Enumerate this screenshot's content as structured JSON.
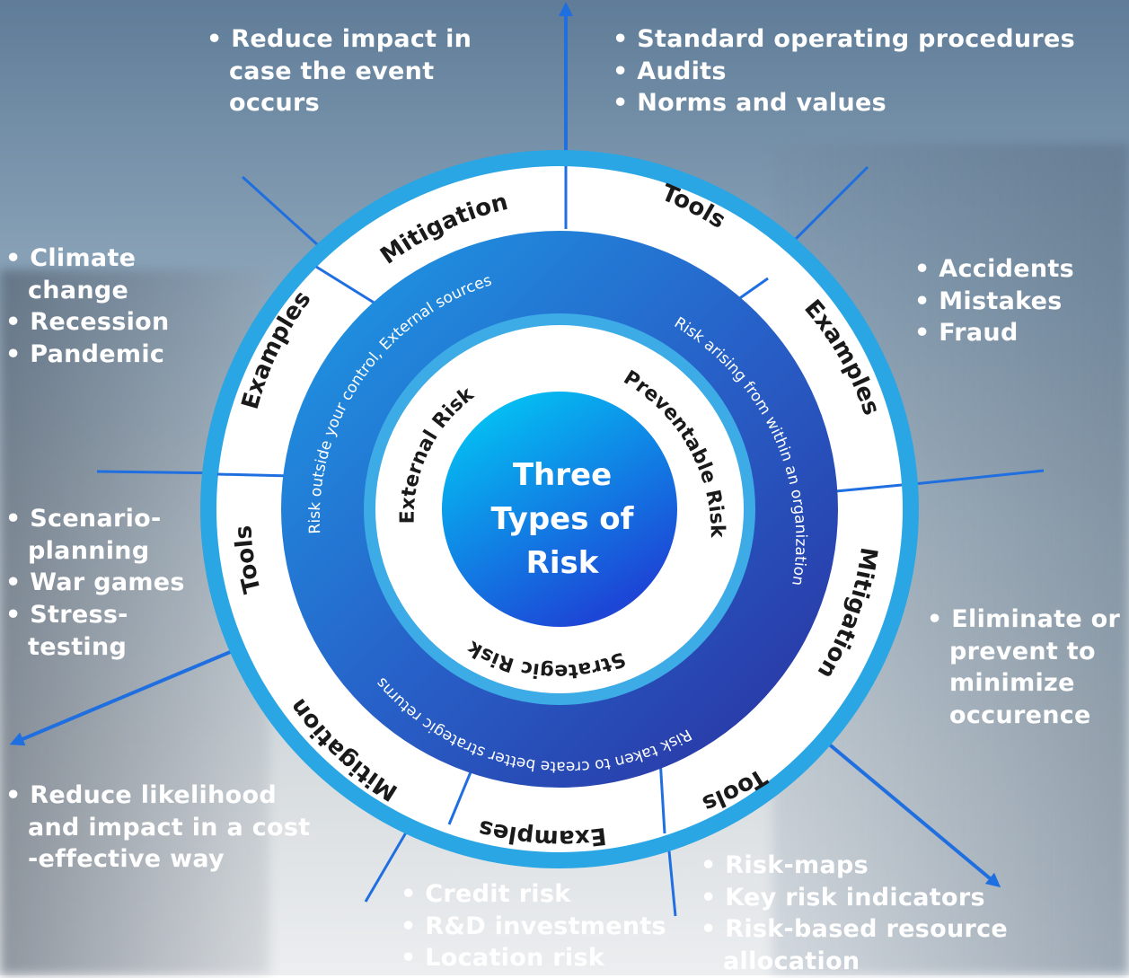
{
  "center": {
    "title_lines": [
      "Three",
      "Types of",
      "Risk"
    ]
  },
  "inner_ring": {
    "preventable": "Preventable Risk",
    "external": "External Risk",
    "strategic": "Strategic Risk"
  },
  "mid_ring": {
    "preventable": "Risk arising from within an organization",
    "external": "Risk outside your control, External sources",
    "strategic": "Risk taken to create better strategic returns"
  },
  "outer_ring": {
    "preventable_tools": "Tools",
    "preventable_examples": "Examples",
    "preventable_mitigation": "Mitigation",
    "strategic_tools": "Tools",
    "strategic_examples": "Examples",
    "strategic_mitigation": "Mitigation",
    "external_tools": "Tools",
    "external_examples": "Examples",
    "external_mitigation": "Mitigation"
  },
  "notes": {
    "external_mitigation": [
      "Reduce impact in",
      "case the event",
      "occurs"
    ],
    "preventable_tools": [
      "Standard operating procedures",
      "Audits",
      "Norms and values"
    ],
    "external_examples": [
      "Climate",
      "change",
      "Recession",
      "Pandemic"
    ],
    "preventable_examples": [
      "Accidents",
      "Mistakes",
      "Fraud"
    ],
    "external_tools": [
      "Scenario-",
      "planning",
      "War games",
      "Stress-",
      "testing"
    ],
    "preventable_mitigation": [
      "Eliminate or",
      "prevent to",
      "minimize",
      "occurence"
    ],
    "strategic_mitigation": [
      "Reduce likelihood",
      "and impact in a cost",
      "-effective way"
    ],
    "strategic_examples": [
      "Credit risk",
      "R&D investments",
      "Location risk"
    ],
    "strategic_tools": [
      "Risk-maps",
      "Key risk indicators",
      "Risk-based resource",
      "allocation"
    ]
  },
  "colors": {
    "outer_ring_border": "#2aa6e4",
    "outer_ring_fill": "#ffffff",
    "band_dark": "#2b35a8",
    "band_light": "#1f9be0",
    "inner_border": "#3dabe6",
    "center_top": "#00c8f5",
    "center_bottom": "#1a4fd9",
    "lines": "#1f6fe0"
  }
}
